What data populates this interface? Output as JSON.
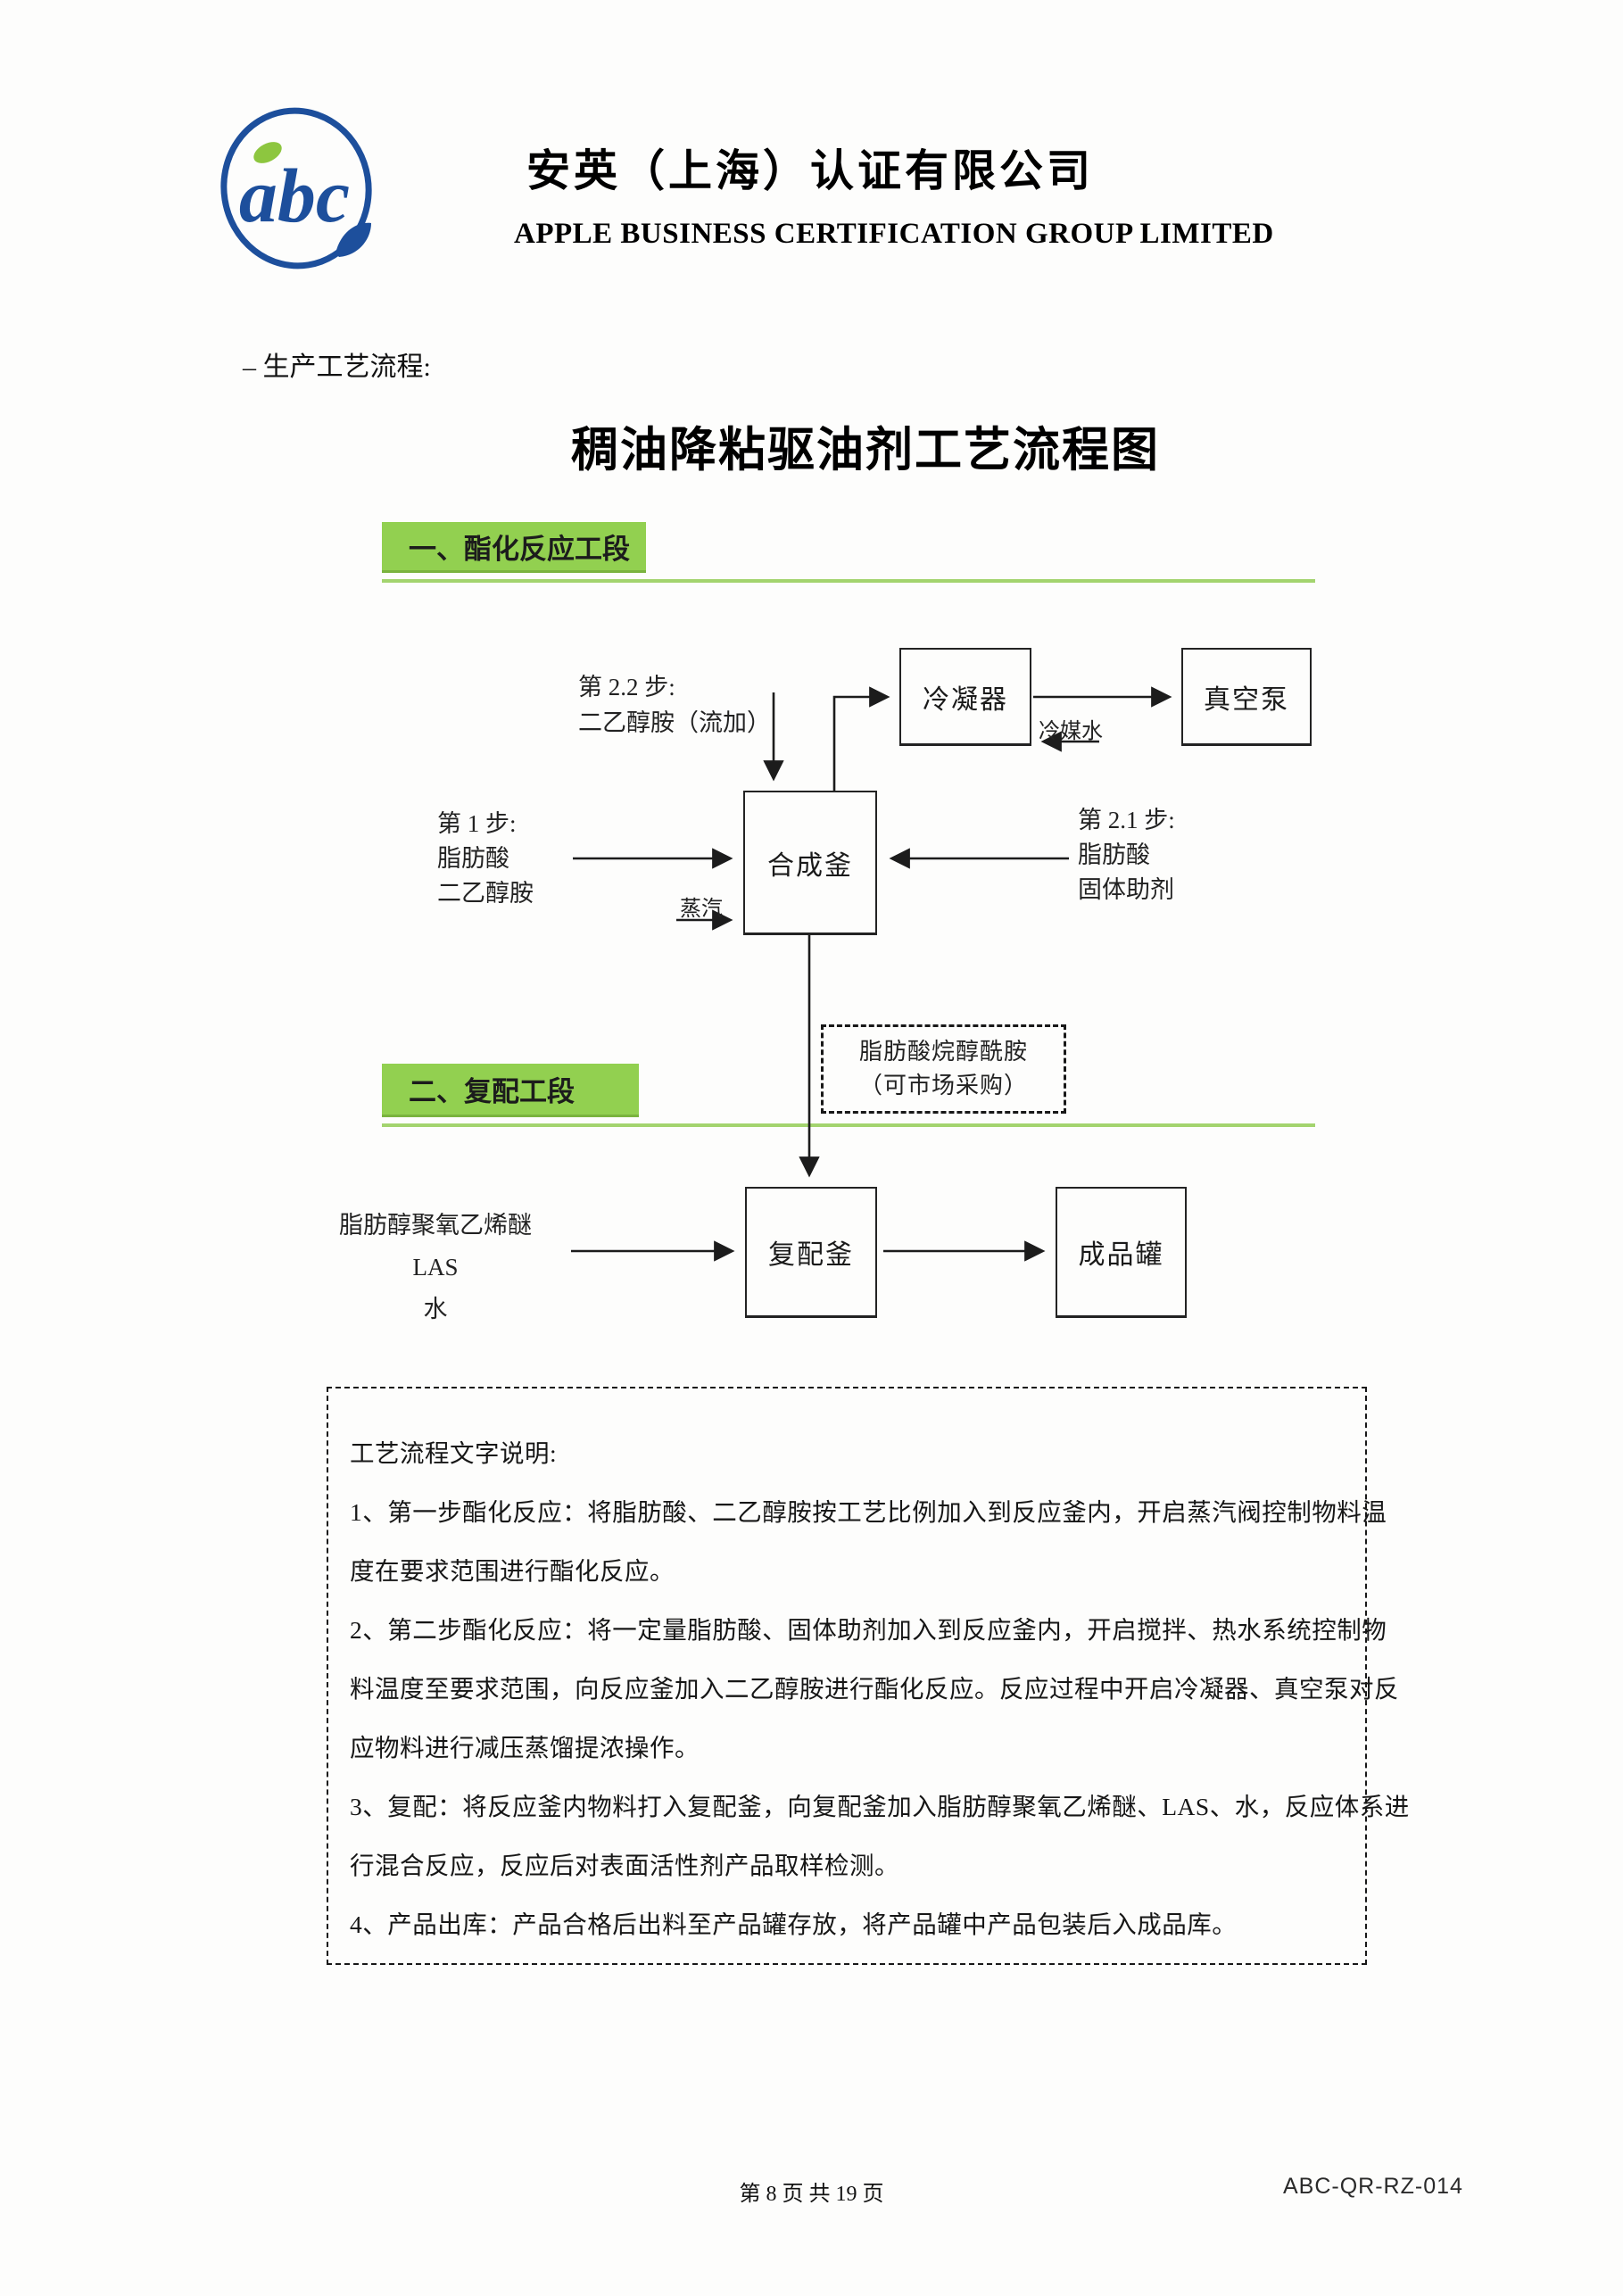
{
  "header": {
    "logo_text": "abc",
    "company_cn": "安英（上海）认证有限公司",
    "company_en": "APPLE BUSINESS CERTIFICATION GROUP LIMITED"
  },
  "intro": {
    "label": "– 生产工艺流程:"
  },
  "diagram": {
    "title": "稠油降粘驱油剂工艺流程图",
    "section1_label": "一、酯化反应工段",
    "section2_label": "二、复配工段",
    "boxes": {
      "condenser": "冷凝器",
      "vacuum_pump": "真空泵",
      "synthesis_kettle": "合成釜",
      "compound_kettle": "复配釜",
      "product_tank": "成品罐"
    },
    "labels": {
      "step22_line1": "第 2.2 步:",
      "step22_line2": "二乙醇胺（流加）",
      "step1_line1": "第 1 步:",
      "step1_line2": "脂肪酸",
      "step1_line3": "二乙醇胺",
      "step21_line1": "第 2.1 步:",
      "step21_line2": "脂肪酸",
      "step21_line3": "固体助剂",
      "coolant_water": "冷媒水",
      "steam": "蒸汽",
      "purchased_line1": "脂肪酸烷醇酰胺",
      "purchased_line2": "（可市场采购）",
      "material_line1": "脂肪醇聚氧乙烯醚",
      "material_line2": "LAS",
      "material_line3": "水"
    }
  },
  "notes": {
    "lines": [
      "工艺流程文字说明:",
      "1、第一步酯化反应：将脂肪酸、二乙醇胺按工艺比例加入到反应釜内，开启蒸汽阀控制物料温",
      "度在要求范围进行酯化反应。",
      "2、第二步酯化反应：将一定量脂肪酸、固体助剂加入到反应釜内，开启搅拌、热水系统控制物",
      "料温度至要求范围，向反应釜加入二乙醇胺进行酯化反应。反应过程中开启冷凝器、真空泵对反",
      "应物料进行减压蒸馏提浓操作。",
      "3、复配：将反应釜内物料打入复配釜，向复配釜加入脂肪醇聚氧乙烯醚、LAS、水，反应体系进",
      "行混合反应，反应后对表面活性剂产品取样检测。",
      "4、产品出库：产品合格后出料至产品罐存放，将产品罐中产品包装后入成品库。"
    ]
  },
  "footer": {
    "page_info": "第 8 页 共 19 页",
    "doc_code": "ABC-QR-RZ-014"
  },
  "colors": {
    "section_bar_green": "#92d050",
    "section_line_green": "#a3d46e",
    "logo_blue": "#1d4f9c",
    "leaf_green": "#8dc63f",
    "line_black": "#1c1c1c"
  }
}
